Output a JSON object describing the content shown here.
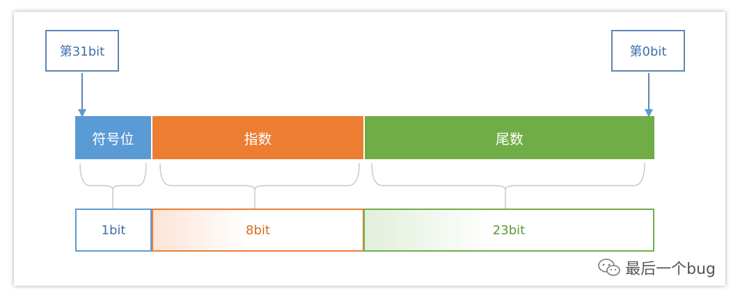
{
  "labels": {
    "top_left": "第31bit",
    "top_right": "第0bit"
  },
  "segments": [
    {
      "label": "符号位",
      "size_label": "1bit",
      "color": "#5b9bd5",
      "size_text_color": "#3f6fa9",
      "size_border": "#5b9bd5"
    },
    {
      "label": "指数",
      "size_label": "8bit",
      "color": "#ed7d31",
      "size_text_color": "#d46a1f",
      "size_border": "#ed7d31"
    },
    {
      "label": "尾数",
      "size_label": "23bit",
      "color": "#70ad47",
      "size_text_color": "#5b9b32",
      "size_border": "#70ad47"
    }
  ],
  "watermark": {
    "text": "最后一个bug",
    "icon": "wechat-icon"
  }
}
